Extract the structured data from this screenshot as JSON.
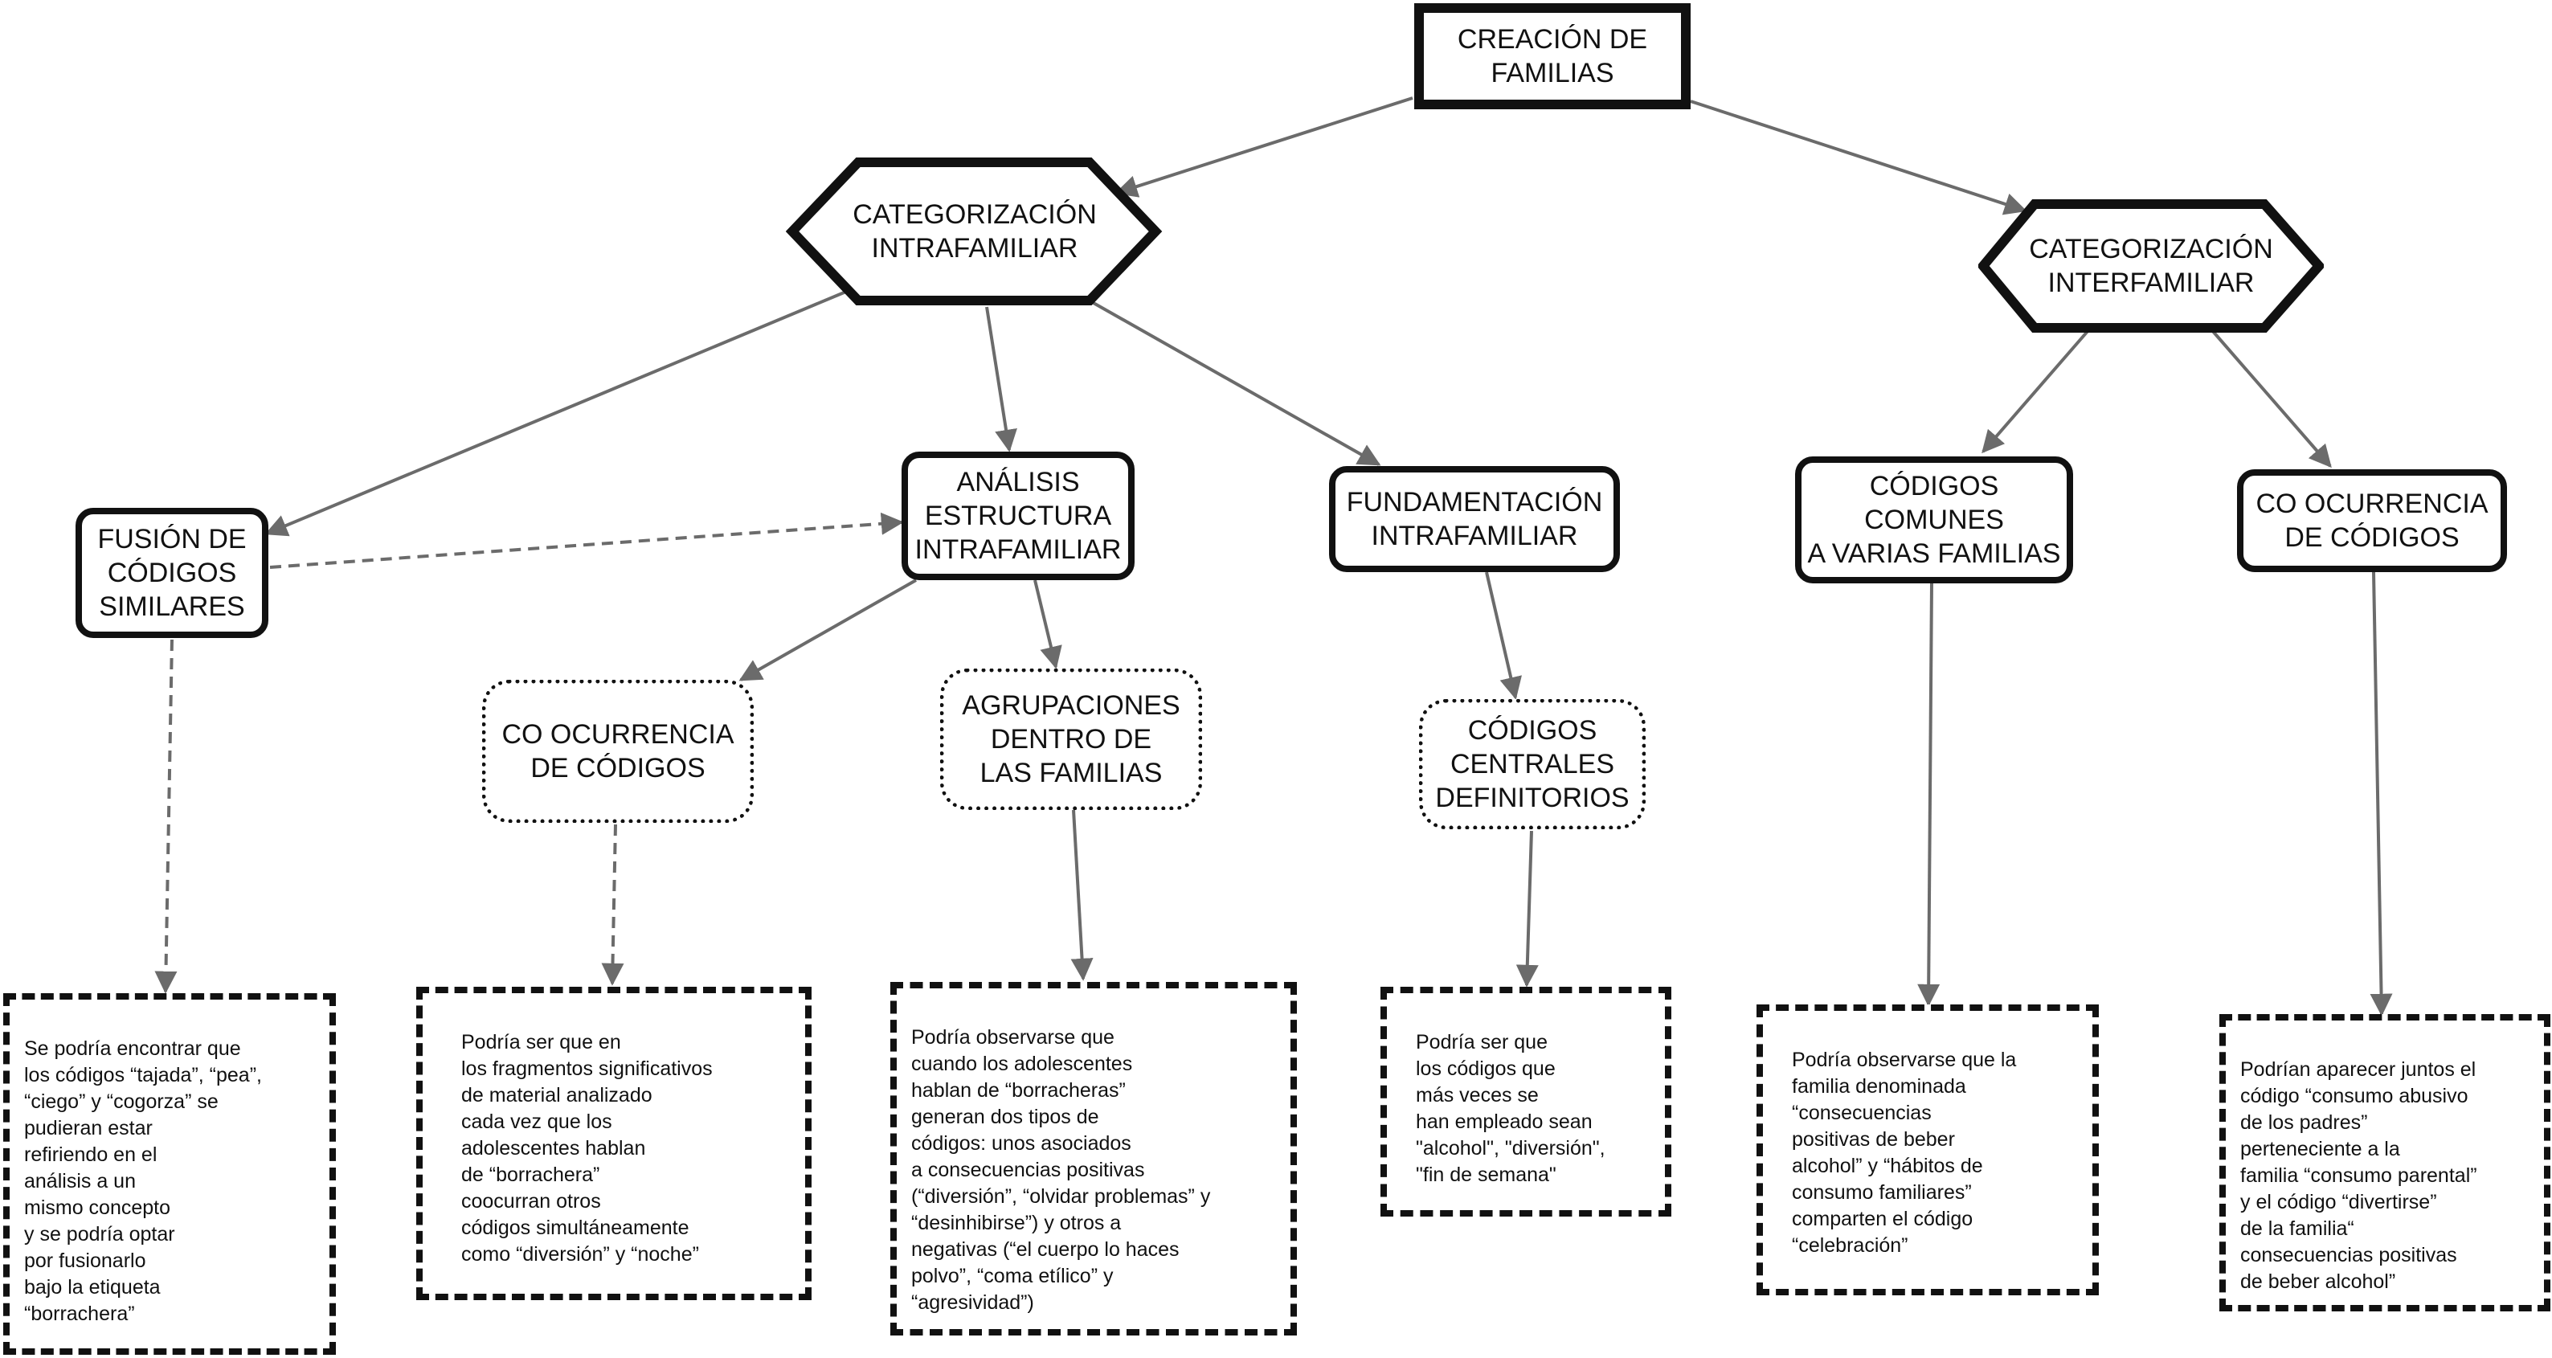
{
  "root": {
    "label": "CREACIÓN DE\nFAMILIAS"
  },
  "intra": {
    "label": "CATEGORIZACIÓN\nINTRAFAMILIAR"
  },
  "inter": {
    "label": "CATEGORIZACIÓN\nINTERFAMILIAR"
  },
  "fusion": {
    "label": "FUSIÓN DE\nCÓDIGOS\nSIMILARES"
  },
  "analisis": {
    "label": "ANÁLISIS\nESTRUCTURA\nINTRAFAMILIAR"
  },
  "fundamentacion": {
    "label": "FUNDAMENTACIÓN\nINTRAFAMILIAR"
  },
  "comunes": {
    "label": "CÓDIGOS\nCOMUNES\nA VARIAS FAMILIAS"
  },
  "coocurrencia_inter": {
    "label": "CO OCURRENCIA\nDE CÓDIGOS"
  },
  "coocurrencia_intra": {
    "label": "CO OCURRENCIA\nDE CÓDIGOS"
  },
  "agrupaciones": {
    "label": "AGRUPACIONES\nDENTRO DE\nLAS FAMILIAS"
  },
  "centrales": {
    "label": "CÓDIGOS\nCENTRALES\nDEFINITORIOS"
  },
  "notes": {
    "fusion": "Se podría encontrar que\nlos códigos “tajada”, “pea”,\n“ciego” y “cogorza” se\n  pudieran estar\n  refiriendo en el\n  análisis a un\n  mismo concepto\ny se podría optar\n  por fusionarlo\n  bajo la etiqueta\n  “borrachera”",
    "coocurrencia": "Podría ser que en\nlos fragmentos significativos\nde material analizado\ncada vez que los\nadolescentes hablan\nde “borrachera”\ncoocurran otros\ncódigos simultáneamente\ncomo “diversión” y “noche”",
    "agrupaciones": "Podría observarse que\ncuando los adolescentes\nhablan de “borracheras”\ngeneran dos tipos de\ncódigos: unos asociados\na consecuencias positivas\n(“diversión”, “olvidar problemas” y\n“desinhibirse”) y otros a\nnegativas (“el cuerpo lo haces\npolvo”, “coma etílico” y\n “agresividad”)",
    "centrales": "Podría ser que\nlos códigos que\nmás veces se\nhan empleado sean\n\"alcohol\", \"diversión\",\n\"fin de semana\"",
    "comunes": "Podría observarse que la\n familia denominada\n“consecuencias\npositivas de beber\nalcohol” y “hábitos de\nconsumo familiares”\ncomparten el código\n“celebración”",
    "coocurrencia_inter": "Podrían aparecer juntos el\ncódigo “consumo abusivo\nde los padres”\nperteneciente a la\nfamilia “consumo parental”\n y el código “divertirse”\nde la familia“\nconsecuencias positivas\nde beber alcohol”"
  },
  "colors": {
    "line": "#6b6b6b",
    "border": "#111111"
  }
}
